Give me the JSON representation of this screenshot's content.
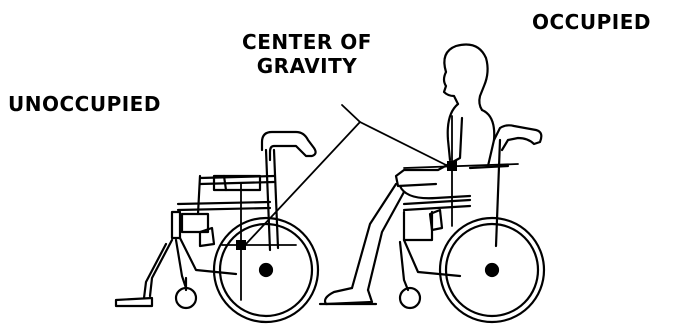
{
  "labels": {
    "occupied": "OCCUPIED",
    "center_of_gravity_line1": "CENTER OF",
    "center_of_gravity_line2": "GRAVITY",
    "unoccupied": "UNOCCUPIED"
  },
  "colors": {
    "ink": "#000000",
    "background": "#ffffff"
  }
}
